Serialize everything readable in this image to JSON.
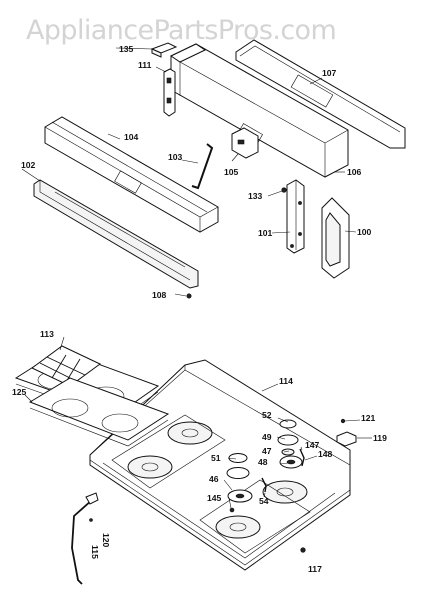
{
  "watermark": "AppliancePartsPros.com",
  "labels": {
    "p100": "100",
    "p101": "101",
    "p102": "102",
    "p103": "103",
    "p104": "104",
    "p105": "105",
    "p106": "106",
    "p107": "107",
    "p108": "108",
    "p111": "111",
    "p113": "113",
    "p114": "114",
    "p115": "115",
    "p117": "117",
    "p119": "119",
    "p120": "120",
    "p121": "121",
    "p125": "125",
    "p133": "133",
    "p135": "135",
    "p145": "145",
    "p147": "147",
    "p148": "148",
    "p46": "46",
    "p47": "47",
    "p48": "48",
    "p49": "49",
    "p51": "51",
    "p52": "52",
    "p54": "54"
  }
}
